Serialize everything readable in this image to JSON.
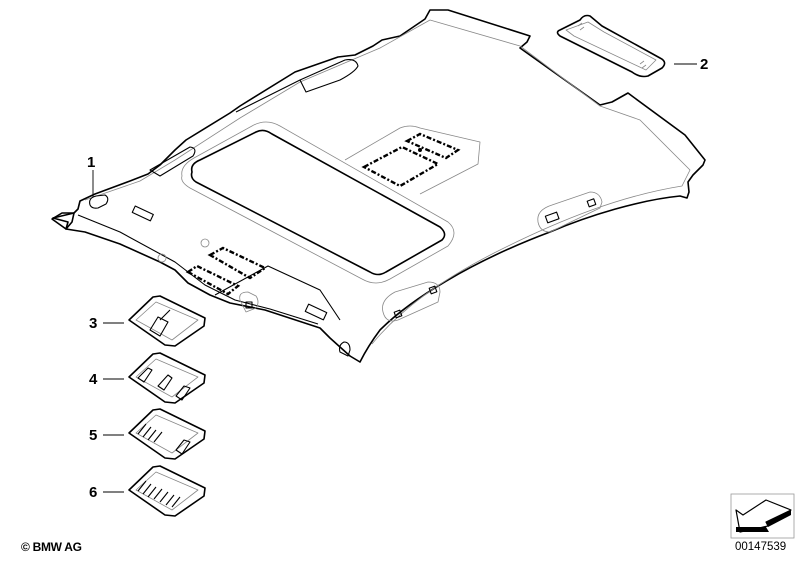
{
  "diagram": {
    "type": "exploded parts diagram",
    "subject": "Roof headliner with covers",
    "callouts": [
      {
        "id": "1",
        "label": "1",
        "part": "headliner"
      },
      {
        "id": "2",
        "label": "2",
        "part": "rear trim panel"
      },
      {
        "id": "3",
        "label": "3",
        "part": "interior light cover variant"
      },
      {
        "id": "4",
        "label": "4",
        "part": "interior light cover variant"
      },
      {
        "id": "5",
        "label": "5",
        "part": "interior light cover variant"
      },
      {
        "id": "6",
        "label": "6",
        "part": "interior light cover variant"
      }
    ],
    "icons": {
      "orientation": "direction-arrow-icon"
    }
  },
  "footer": {
    "copyright": "© BMW AG",
    "diagram_number": "00147539"
  },
  "colors": {
    "line": "#000000",
    "secondary_line": "#888888",
    "background": "#ffffff"
  }
}
